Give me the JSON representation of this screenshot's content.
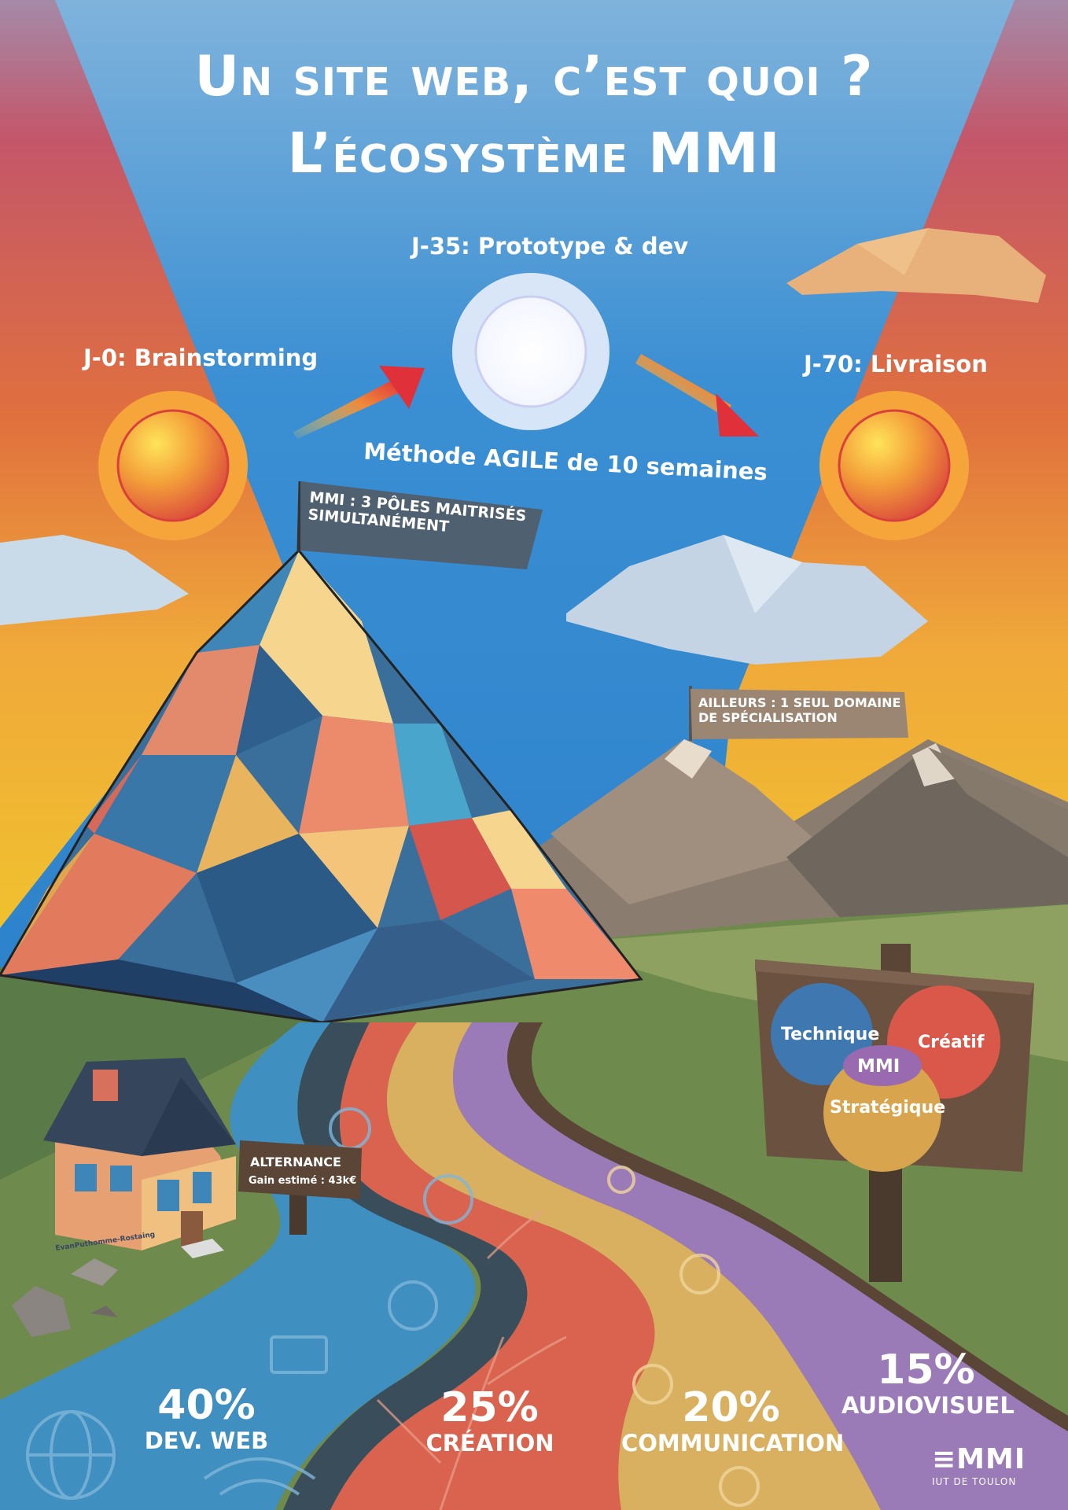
{
  "title": {
    "line1": "Un site web, c’est quoi ?",
    "line2": "L’écosystème MMI"
  },
  "timeline": {
    "start_label": "J-0: Brainstorming",
    "mid_label": "J-35: Prototype & dev",
    "end_label": "J-70:  Livraison",
    "method_label": "Méthode AGILE de 10 semaines"
  },
  "flags": {
    "mmi": "MMI : 3 PÔLES MAITRISÉS SIMULTANÉMENT",
    "elsewhere": "AILLEURS : 1 SEUL DOMAINE DE SPÉCIALISATION"
  },
  "venn": {
    "technique": "Technique",
    "creatif": "Créatif",
    "strategique": "Stratégique",
    "center": "MMI"
  },
  "alternance": {
    "title": "ALTERNANCE",
    "gain": "Gain estimé : 43k€"
  },
  "house_signature": "EvanPuthomme-Rostaing",
  "rivers": [
    {
      "percent": "40%",
      "label": "DEV. WEB",
      "color": "#3f8fc0"
    },
    {
      "percent": "25%",
      "label": "CRÉATION",
      "color": "#d9634e"
    },
    {
      "percent": "20%",
      "label": "COMMUNICATION",
      "color": "#d8b060"
    },
    {
      "percent": "15%",
      "label": "AUDIOVISUEL",
      "color": "#9b7ab8"
    }
  ],
  "logo": {
    "name": "MMI",
    "subtitle": "IUT DE TOULON"
  },
  "colors": {
    "sky": "#2b82c9",
    "sunset_top": "#c4566a",
    "sunset_bottom": "#f0c12e",
    "grass": "#6e8a4c"
  }
}
